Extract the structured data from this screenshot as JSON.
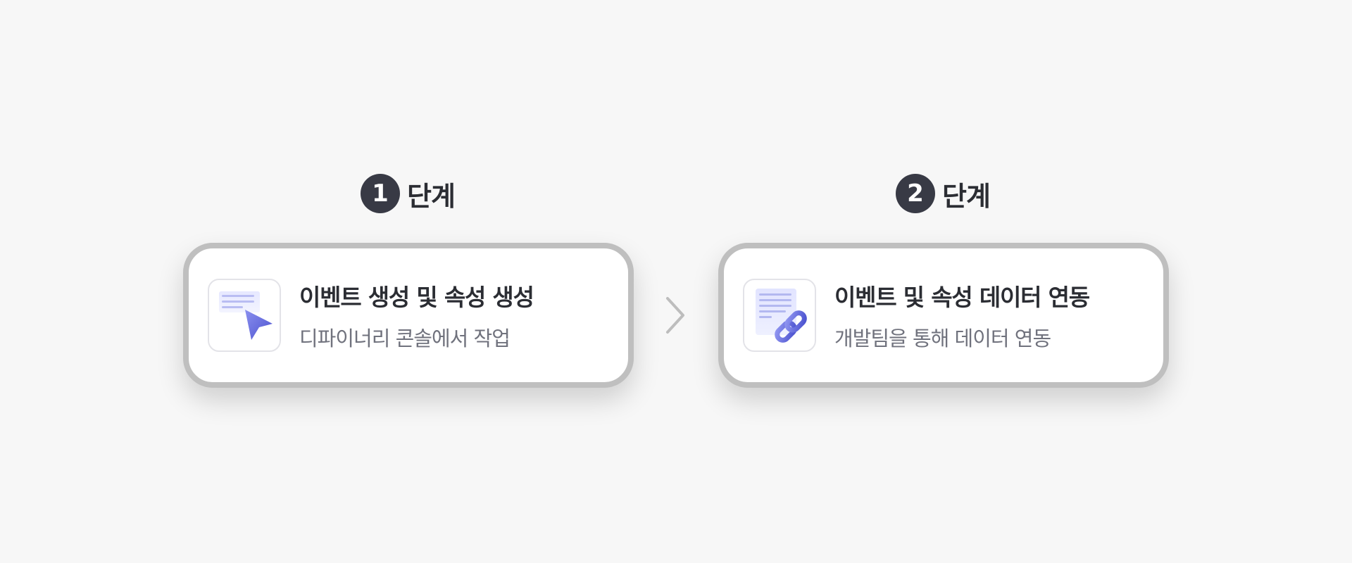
{
  "steps": [
    {
      "number": "1",
      "label": "단계",
      "title": "이벤트 생성 및 속성 생성",
      "subtitle": "디파이너리 콘솔에서 작업",
      "icon": "cursor-document-icon"
    },
    {
      "number": "2",
      "label": "단계",
      "title": "이벤트 및 속성 데이터 연동",
      "subtitle": "개발팀을 통해 데이터 연동",
      "icon": "link-document-icon"
    }
  ],
  "arrow_icon": "chevron-right-icon",
  "colors": {
    "background": "#f7f7f7",
    "badge": "#383a45",
    "card_border": "#bfbfbf",
    "accent": "#5a5fd6"
  }
}
